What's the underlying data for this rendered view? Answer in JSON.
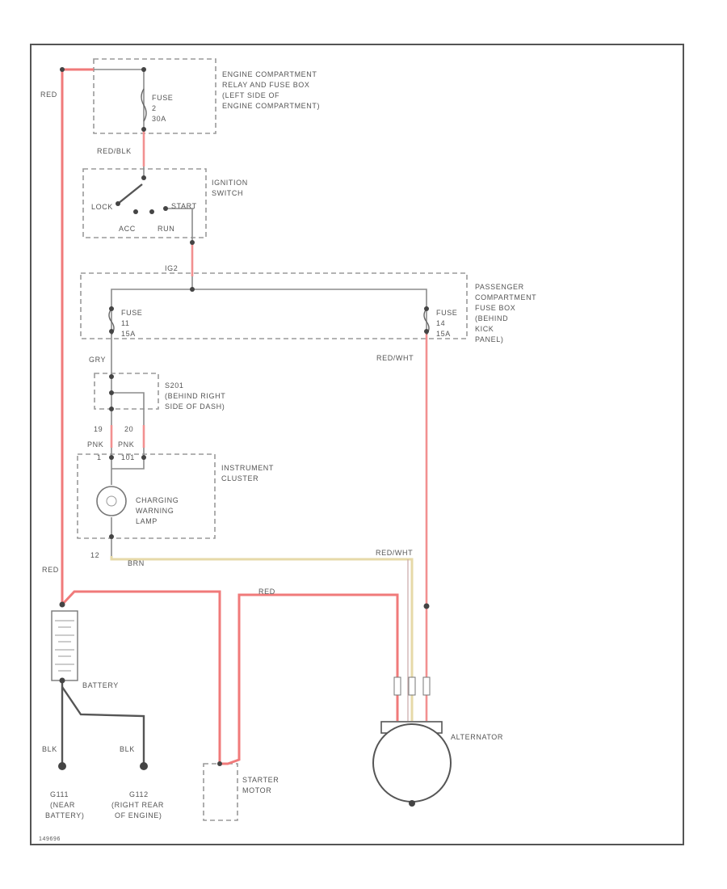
{
  "labels": {
    "engine_box": [
      "ENGINE COMPARTMENT",
      "RELAY AND FUSE BOX",
      "(LEFT SIDE OF",
      "ENGINE COMPARTMENT)"
    ],
    "fuse2": [
      "FUSE",
      "2",
      "30A"
    ],
    "wire_red_top": "RED",
    "wire_red_blk": "RED/BLK",
    "ignition_switch": [
      "IGNITION",
      "SWITCH"
    ],
    "ign_positions": {
      "lock": "LOCK",
      "start": "START",
      "acc": "ACC",
      "run": "RUN"
    },
    "wire_ig2": "IG2",
    "passenger_box": [
      "PASSENGER",
      "COMPARTMENT",
      "FUSE BOX",
      "(BEHIND",
      "KICK",
      "PANEL)"
    ],
    "fuse11": [
      "FUSE",
      "11",
      "15A"
    ],
    "fuse14": [
      "FUSE",
      "14",
      "15A"
    ],
    "wire_red_wht_1": "RED/WHT",
    "wire_gry": "GRY",
    "splice_box": [
      "S201",
      "(BEHIND RIGHT",
      "SIDE OF DASH)"
    ],
    "pins_top": [
      "19",
      "20"
    ],
    "wire_pnk_1": "PNK",
    "wire_pnk_2": "PNK",
    "pin_1": "1",
    "pin_101": "101",
    "instrument_cluster": [
      "INSTRUMENT",
      "CLUSTER"
    ],
    "lamp": [
      "CHARGING",
      "WARNING",
      "LAMP"
    ],
    "pin_12": "12",
    "wire_brn": "BRN",
    "wire_red_wht_2": "RED/WHT",
    "wire_red_left": "RED",
    "wire_red_mid": "RED",
    "battery": "BATTERY",
    "wire_blk_1": "BLK",
    "wire_blk_2": "BLK",
    "ground_1": [
      "G111",
      "(NEAR",
      "BATTERY)"
    ],
    "ground_2": [
      "G112",
      "(RIGHT REAR",
      "OF ENGINE)"
    ],
    "starter": [
      "STARTER",
      "MOTOR"
    ],
    "alternator": "ALTERNATOR",
    "figure_id": "149696"
  },
  "colors": {
    "red_wire": "#f07a7a",
    "brown_wire": "#e6d9a8",
    "gray_wire": "#8c8c8c",
    "black_wire": "#555555"
  }
}
